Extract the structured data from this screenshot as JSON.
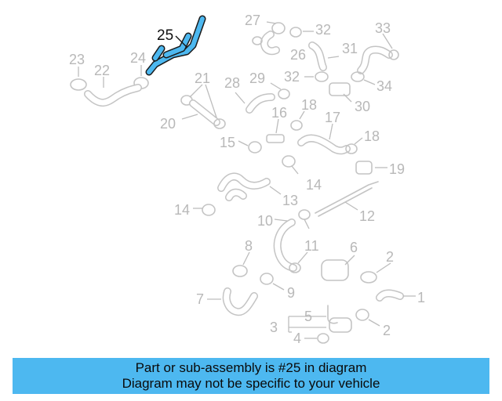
{
  "diagram": {
    "highlight_color": "#4db8f0",
    "highlight_label": "25",
    "labels": [
      "1",
      "2",
      "2",
      "3",
      "4",
      "5",
      "6",
      "7",
      "8",
      "9",
      "10",
      "11",
      "12",
      "13",
      "14",
      "14",
      "15",
      "16",
      "17",
      "18",
      "18",
      "19",
      "20",
      "21",
      "22",
      "23",
      "24",
      "26",
      "27",
      "28",
      "29",
      "30",
      "31",
      "32",
      "32",
      "33",
      "34"
    ]
  },
  "banner": {
    "line1": "Part or sub-assembly is #25 in diagram",
    "line2": "Diagram may not be specific to your vehicle",
    "background": "#4db8f0"
  }
}
